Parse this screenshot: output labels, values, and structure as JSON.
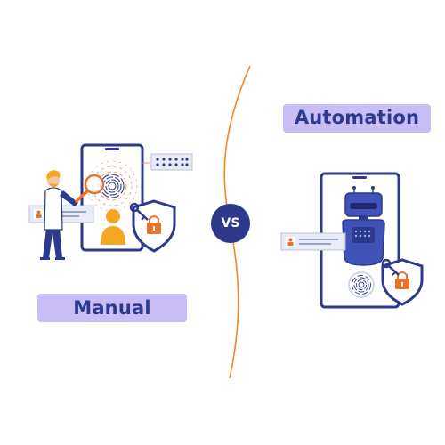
{
  "left_panel": {
    "label": "Manual"
  },
  "right_panel": {
    "label": "Automation"
  },
  "center": {
    "badge": "VS"
  },
  "colors": {
    "pill_background": "#c9bdf6",
    "pill_text": "#2b3a8f",
    "navy": "#2d3a8c",
    "divider": "#f08a24",
    "accent_orange": "#f5a623",
    "lock_orange": "#e8742b"
  },
  "icons": [
    "person-icon",
    "fingerprint-icon",
    "magnifier-icon",
    "shield-lock-icon",
    "key-icon",
    "robot-icon",
    "password-dots-icon",
    "id-card-icon"
  ]
}
